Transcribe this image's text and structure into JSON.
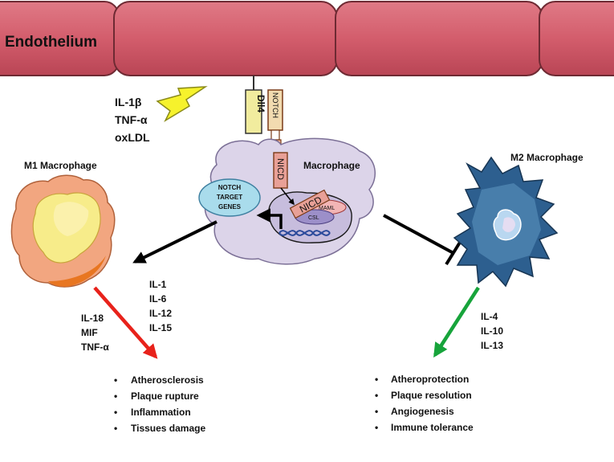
{
  "endothelium": {
    "label": "Endothelium"
  },
  "stimuli": [
    "IL-1β",
    "TNF-α",
    "oxLDL"
  ],
  "receptors": {
    "ligand": "Dll4",
    "receptor": "NOTCH",
    "nicd": "NICD"
  },
  "macrophage": {
    "label": "Macrophage",
    "target_genes": [
      "NOTCH",
      "TARGET",
      "GENES"
    ],
    "nicd_nucleus": "NICD",
    "maml": "MAML",
    "csl": "CSL"
  },
  "m1": {
    "label": "M1 Macrophage",
    "cytokines_a": [
      "IL-1",
      "IL-6",
      "IL-12",
      "IL-15"
    ],
    "cytokines_b": [
      "IL-18",
      "MIF",
      "TNF-α"
    ],
    "outcomes": [
      "Atherosclerosis",
      "Plaque rupture",
      "Inflammation",
      "Tissues damage"
    ]
  },
  "m2": {
    "label": "M2 Macrophage",
    "cytokines": [
      "IL-4",
      "IL-10",
      "IL-13"
    ],
    "outcomes": [
      "Atheroprotection",
      "Plaque resolution",
      "Angiogenesis",
      "Immune tolerance"
    ]
  },
  "colors": {
    "endothelium": "#d65f6e",
    "m1_arrow": "#e8221b",
    "m2_arrow": "#17a43b",
    "bolt": "#f6f22c",
    "m1_cell": "#f0a57f",
    "m2_cell": "#2a5c8a"
  }
}
